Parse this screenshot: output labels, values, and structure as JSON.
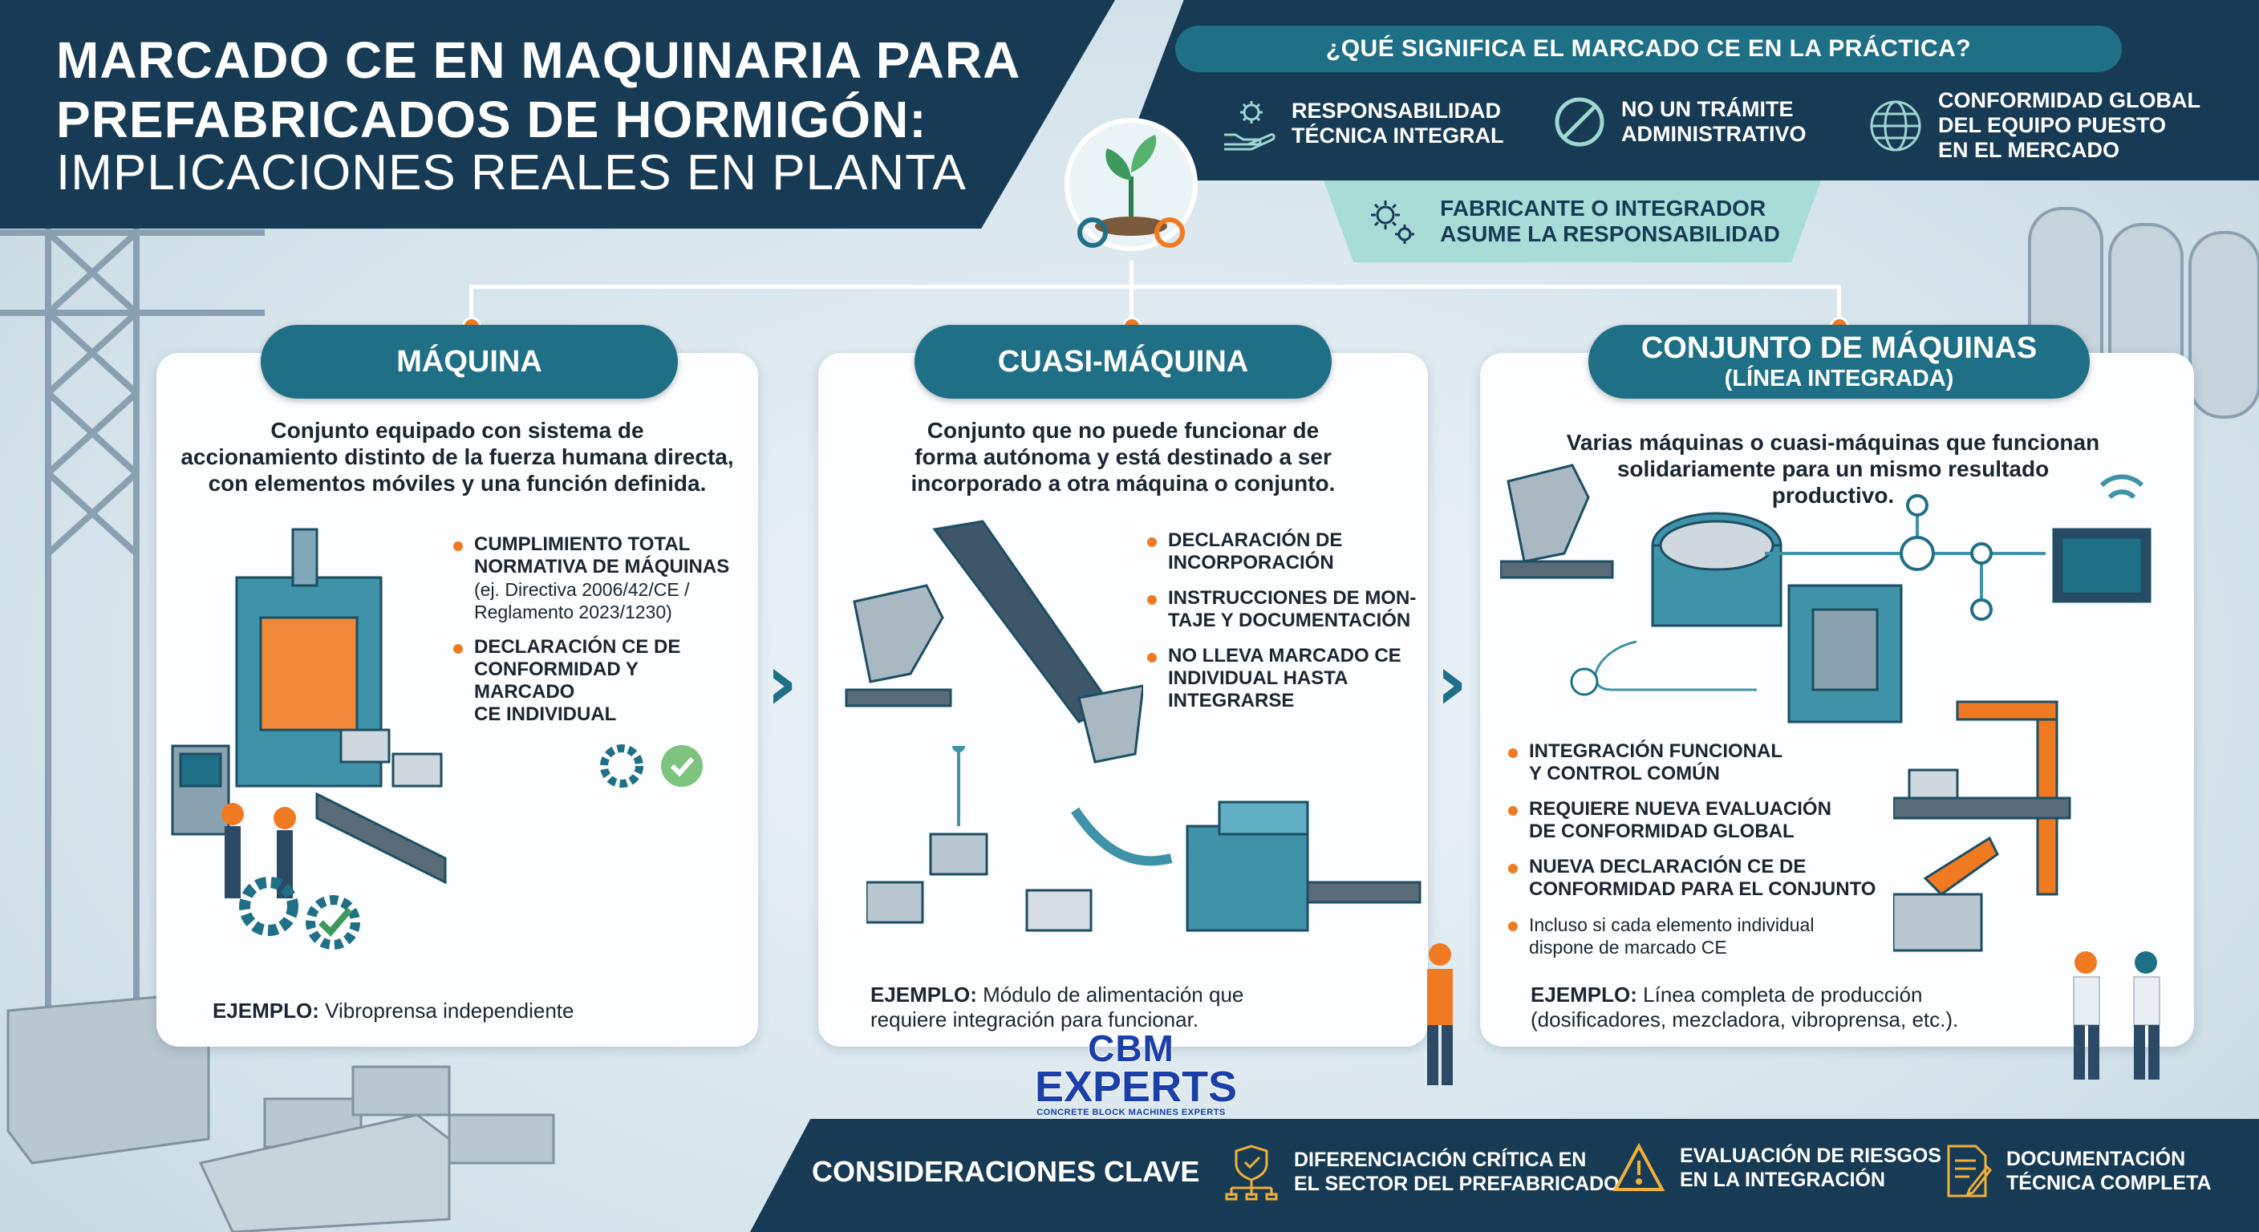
{
  "title": {
    "line1": "MARCADO CE EN MAQUINARIA PARA",
    "line2": "PREFABRICADOS DE HORMIGÓN:",
    "line3": "IMPLICACIONES REALES EN PLANTA"
  },
  "practice": {
    "heading": "¿QUÉ SIGNIFICA EL MARCADO CE EN LA PRÁCTICA?",
    "items": [
      {
        "icon": "hand-gear-icon",
        "text": "RESPONSABILIDAD\nTÉCNICA INTEGRAL"
      },
      {
        "icon": "prohibited-icon",
        "text": "NO UN TRÁMITE\nADMINISTRATIVO"
      },
      {
        "icon": "globe-icon",
        "text": "CONFORMIDAD GLOBAL\nDEL EQUIPO PUESTO\nEN EL MERCADO"
      }
    ],
    "responsibility": "FABRICANTE O INTEGRADOR\nASUME LA RESPONSABILIDAD"
  },
  "cards": [
    {
      "title": "MÁQUINA",
      "subtitle": "",
      "description": "Conjunto equipado con sistema de\naccionamiento distinto de la fuerza humana directa,\ncon elementos móviles y una función definida.",
      "bullets": [
        {
          "bold": "CUMPLIMIENTO TOTAL\nNORMATIVA DE MÁQUINAS",
          "normal": "(ej. Directiva 2006/42/CE /\nReglamento 2023/1230)"
        },
        {
          "bold": "DECLARACIÓN CE DE\nCONFORMIDAD Y MARCADO\nCE INDIVIDUAL",
          "normal": ""
        }
      ],
      "example_label": "EJEMPLO:",
      "example_text": " Vibroprensa independiente"
    },
    {
      "title": "CUASI-MÁQUINA",
      "subtitle": "",
      "description": "Conjunto que no puede funcionar de\nforma autónoma y está destinado a ser\nincorporado a otra máquina o conjunto.",
      "bullets": [
        {
          "bold": "DECLARACIÓN DE\nINCORPORACIÓN",
          "normal": ""
        },
        {
          "bold": "INSTRUCCIONES DE MON-\nTAJE Y DOCUMENTACIÓN",
          "normal": ""
        },
        {
          "bold": "NO LLEVA MARCADO CE\nINDIVIDUAL HASTA\nINTEGRARSE",
          "normal": ""
        }
      ],
      "example_label": "EJEMPLO:",
      "example_text": " Módulo de alimentación que\nrequiere integración para funcionar."
    },
    {
      "title": "CONJUNTO DE MÁQUINAS",
      "subtitle": "(LÍNEA INTEGRADA)",
      "description": "Varias máquinas o cuasi-máquinas que funcionan\nsolidariamente para un mismo resultado\nproductivo.",
      "bullets": [
        {
          "bold": "INTEGRACIÓN FUNCIONAL\nY CONTROL COMÚN",
          "normal": ""
        },
        {
          "bold": "REQUIERE NUEVA EVALUACIÓN\nDE CONFORMIDAD GLOBAL",
          "normal": ""
        },
        {
          "bold": "NUEVA DECLARACIÓN CE DE\nCONFORMIDAD PARA EL CONJUNTO",
          "normal": ""
        },
        {
          "bold": "",
          "normal": "Incluso si cada elemento individual\ndispone de marcado CE"
        }
      ],
      "example_label": "EJEMPLO:",
      "example_text": " Línea completa de producción\n(dosificadores, mezcladora, vibroprensa, etc.)."
    }
  ],
  "logo": {
    "line1": "CBM",
    "line2": "EXPERTS",
    "tagline": "CONCRETE BLOCK MACHINES EXPERTS"
  },
  "bottom": {
    "title": "CONSIDERACIONES CLAVE",
    "items": [
      {
        "icon": "shield-network-icon",
        "text": "DIFERENCIACIÓN CRÍTICA EN\nEL SECTOR DEL PREFABRICADO"
      },
      {
        "icon": "warning-icon",
        "text": "EVALUACIÓN DE RIESGOS\nEN LA INTEGRACIÓN"
      },
      {
        "icon": "document-icon",
        "text": "DOCUMENTACIÓN\nTÉCNICA COMPLETA"
      }
    ]
  },
  "colors": {
    "navy": "#173a55",
    "teal": "#1f6f87",
    "orange": "#f07a22",
    "mint": "#a8dcd6"
  }
}
